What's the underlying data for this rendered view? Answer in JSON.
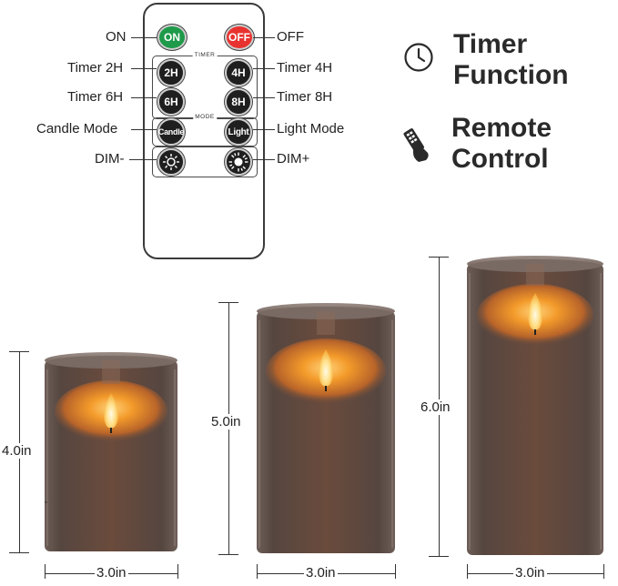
{
  "remote": {
    "on_button": "ON",
    "off_button": "OFF",
    "timer_group_label": "TIMER",
    "btn_2h": "2H",
    "btn_4h": "4H",
    "btn_6h": "6H",
    "btn_8h": "8H",
    "mode_group_label": "MODE",
    "btn_candle": "Candle",
    "btn_light": "Light"
  },
  "labels": {
    "on": "ON",
    "off": "OFF",
    "timer_2h": "Timer 2H",
    "timer_4h": "Timer 4H",
    "timer_6h": "Timer 6H",
    "timer_8h": "Timer 8H",
    "candle_mode": "Candle Mode",
    "light_mode": "Light Mode",
    "dim_minus": "DIM-",
    "dim_plus": "DIM+"
  },
  "features": {
    "timer_line1": "Timer",
    "timer_line2": "Function",
    "timer_icon": "clock-icon",
    "remote_line1": "Remote",
    "remote_line2": "Control",
    "remote_icon": "remote-hand-icon"
  },
  "candles": [
    {
      "height": "4.0in",
      "width": "3.0in"
    },
    {
      "height": "5.0in",
      "width": "3.0in"
    },
    {
      "height": "6.0in",
      "width": "3.0in"
    }
  ],
  "colors": {
    "on_green": "#1e9a4a",
    "off_red": "#e8322f",
    "candle_body": "#5a4a44",
    "flame_glow": "#f5a623"
  }
}
